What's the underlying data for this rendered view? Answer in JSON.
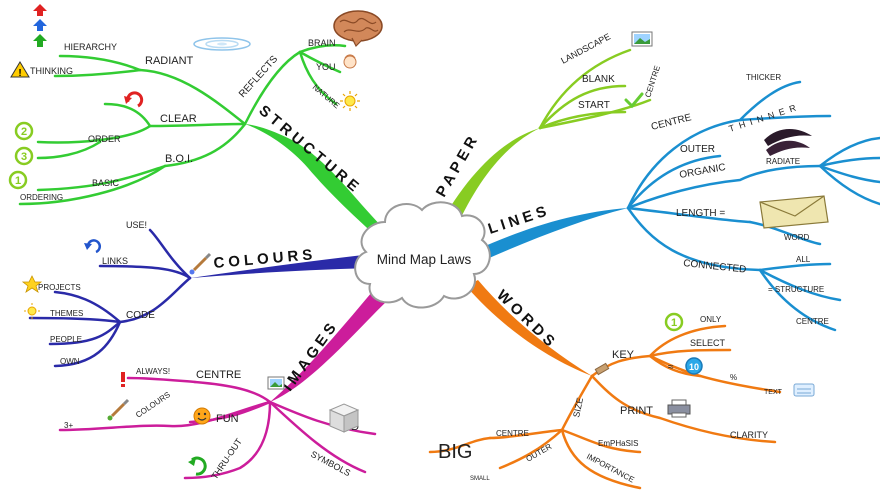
{
  "center": {
    "title": "Mind Map Laws"
  },
  "branches": {
    "structure": {
      "label": "STRUCTURE",
      "color": "#33cc33",
      "radiant": "RADIANT",
      "hierarchy": "HIERARCHY",
      "thinking": "THINKING",
      "reflects": "REFLECTS",
      "brain": "BRAIN",
      "you": "YOU",
      "nature": "NATURE",
      "clear": "CLEAR",
      "order": "ORDER",
      "boi": "B.O.I.",
      "basic": "BASIC",
      "ordering": "ORDERING",
      "num1": "1",
      "num2": "2",
      "num3": "3"
    },
    "colours": {
      "label": "COLOURS",
      "color": "#2a2aa8",
      "use": "USE!",
      "links": "LINKS",
      "code": "CODE",
      "projects": "PROJECTS",
      "themes": "THEMES",
      "people": "PEOPLE",
      "own": "OWN"
    },
    "images": {
      "label": "IMAGES",
      "color": "#cc1d9b",
      "centre": "CENTRE",
      "always": "ALWAYS!",
      "colours": "COLOURS",
      "three_plus": "3+",
      "fun": "FUN",
      "thru_out": "THRU-OUT",
      "three_d": "3 D",
      "symbols": "SYMBOLS"
    },
    "paper": {
      "label": "PAPER",
      "color": "#88cc22",
      "landscape": "LANDSCAPE",
      "blank": "BLANK",
      "start": "START",
      "centre": "CENTRE"
    },
    "lines": {
      "label": "LINES",
      "color": "#1a8fd0",
      "centre": "CENTRE",
      "thicker": "THICKER",
      "outer": "OUTER",
      "thinner": "THINNER",
      "organic": "ORGANIC",
      "radiate": "RADIATE",
      "length": "LENGTH =",
      "word": "WORD",
      "connected": "CONNECTED",
      "all": "ALL",
      "structure": "= STRUCTURE",
      "centre2": "CENTRE"
    },
    "words": {
      "label": "WORDS",
      "color": "#f07a12",
      "key": "KEY",
      "only": "ONLY",
      "select": "SELECT",
      "approx": "≈",
      "ten": "10",
      "percent": "%",
      "text": "TEXT",
      "print": "PRINT",
      "clarity": "CLARITY",
      "size": "SIZE",
      "big": "BIG",
      "centre": "CENTRE",
      "outer": "OUTER",
      "small": "SMALL",
      "emphasis": "EmPHaSIS",
      "importance": "IMPORTANCE"
    }
  },
  "icons": {
    "arrows": "stacked-arrows-icon",
    "warning": "warning-icon",
    "brain": "brain-icon",
    "water": "water-drop-icon",
    "face": "face-icon",
    "sun": "sun-icon",
    "undo": "undo-arrow-icon",
    "bulb": "light-bulb-icon",
    "star": "star-icon",
    "paintbrush": "paintbrush-icon",
    "exclamation": "exclamation-icon",
    "smiley": "smiley-icon",
    "recycle": "recycle-icon",
    "cube": "cube-icon",
    "picture": "picture-icon",
    "check": "checkmark-icon",
    "feather": "feather-icon",
    "envelope": "envelope-icon",
    "printer": "printer-icon",
    "keyboard": "keyboard-icon",
    "key": "key-icon"
  }
}
